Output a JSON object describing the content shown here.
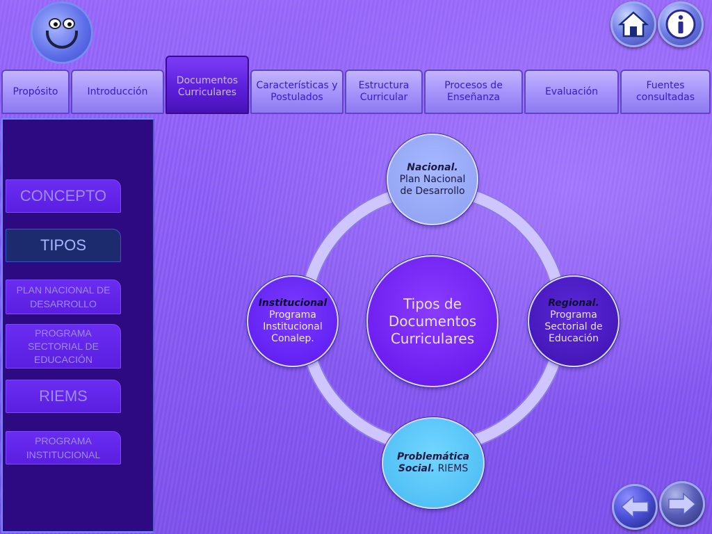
{
  "colors": {
    "background": "#8a5cf5",
    "sidebar": "#2d0a82",
    "tab": "#a491fa",
    "tab_active": "#5a1ed8",
    "accent_text": "#3a1ad0"
  },
  "toolbar": {
    "home_icon": "home-icon",
    "info_icon": "info-icon"
  },
  "tabs": [
    {
      "label": "Propósito"
    },
    {
      "label": "Introducción"
    },
    {
      "label": "Documentos Curriculares",
      "active": true
    },
    {
      "label": "Características y Postulados"
    },
    {
      "label": "Estructura Curricular"
    },
    {
      "label": "Procesos de Enseñanza"
    },
    {
      "label": "Evaluación"
    },
    {
      "label": "Fuentes consultadas"
    }
  ],
  "sidebar": {
    "items": [
      {
        "label": "CONCEPTO"
      },
      {
        "label": "TIPOS",
        "active": true
      },
      {
        "label": "PLAN NACIONAL DE DESARROLLO"
      },
      {
        "label": "PROGRAMA SECTORIAL DE EDUCACIÓN"
      },
      {
        "label": "RIEMS"
      },
      {
        "label": "PROGRAMA INSTITUCIONAL"
      }
    ]
  },
  "diagram": {
    "center": "Tipos de Documentos Curriculares",
    "top": {
      "title": "Nacional.",
      "text": " Plan Nacional de Desarrollo"
    },
    "right": {
      "title": "Regional.",
      "text": "Programa Sectorial de Educación"
    },
    "bottom": {
      "title": "Problemática Social.",
      "text": " RIEMS"
    },
    "left": {
      "title": "Institucional",
      "text": "Programa Institucional Conalep."
    }
  },
  "nav": {
    "back_icon": "arrow-left-icon",
    "next_icon": "arrow-right-icon"
  }
}
